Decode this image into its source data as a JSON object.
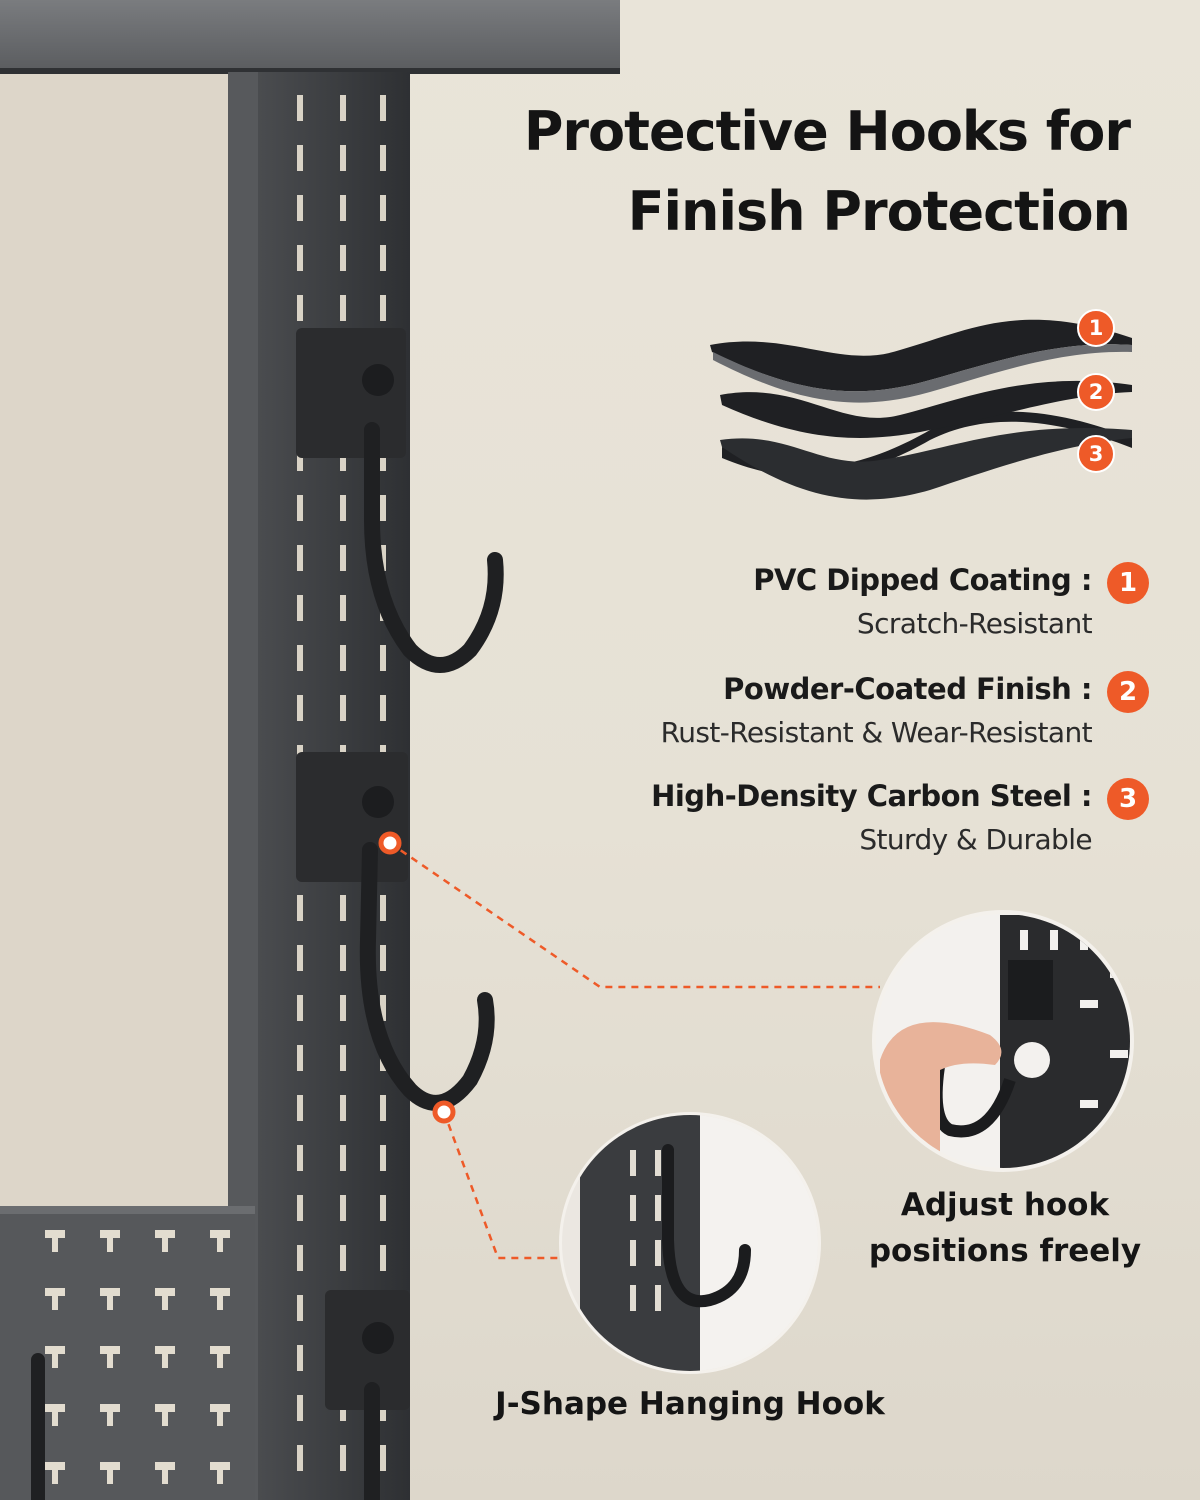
{
  "title": {
    "line1": "Protective Hooks for",
    "line2": "Finish Protection"
  },
  "layers": [
    {
      "number": "1",
      "name": "PVC Dipped Coating :",
      "desc": "Scratch-Resistant"
    },
    {
      "number": "2",
      "name": "Powder-Coated Finish :",
      "desc": "Rust-Resistant & Wear-Resistant"
    },
    {
      "number": "3",
      "name": "High-Density Carbon Steel :",
      "desc": "Sturdy & Durable"
    }
  ],
  "callouts": {
    "adjust": {
      "line1": "Adjust hook",
      "line2": "positions freely"
    },
    "jshape": "J-Shape Hanging Hook"
  },
  "colors": {
    "accent": "#ee5a28",
    "metal": "#3b3d40",
    "wall": "#e6e1d5"
  },
  "icons": [
    "layer-stack-icon",
    "hook-icon"
  ]
}
